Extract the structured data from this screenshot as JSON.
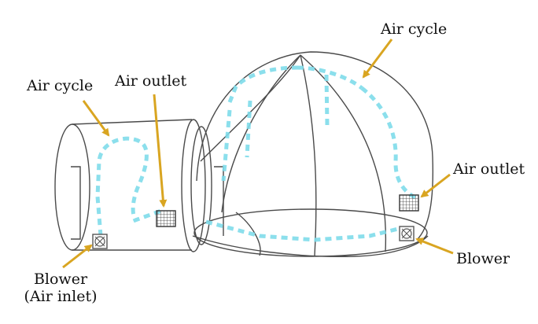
{
  "labels": {
    "air_cycle_left": "Air cycle",
    "air_cycle_right": "Air cycle",
    "air_outlet_left": "Air outlet",
    "air_outlet_right": "Air outlet",
    "blower_left_line1": "Blower",
    "blower_left_line2": "(Air inlet)",
    "blower_right": "Blower"
  },
  "colors": {
    "outline": "#4a4a4a",
    "flow_arrow": "#7fdcea",
    "pointer_arrow": "#d9a521",
    "device": "#555555"
  },
  "icons": [
    "blower-fan-icon",
    "air-outlet-grille-icon",
    "flow-arrow-icon"
  ]
}
